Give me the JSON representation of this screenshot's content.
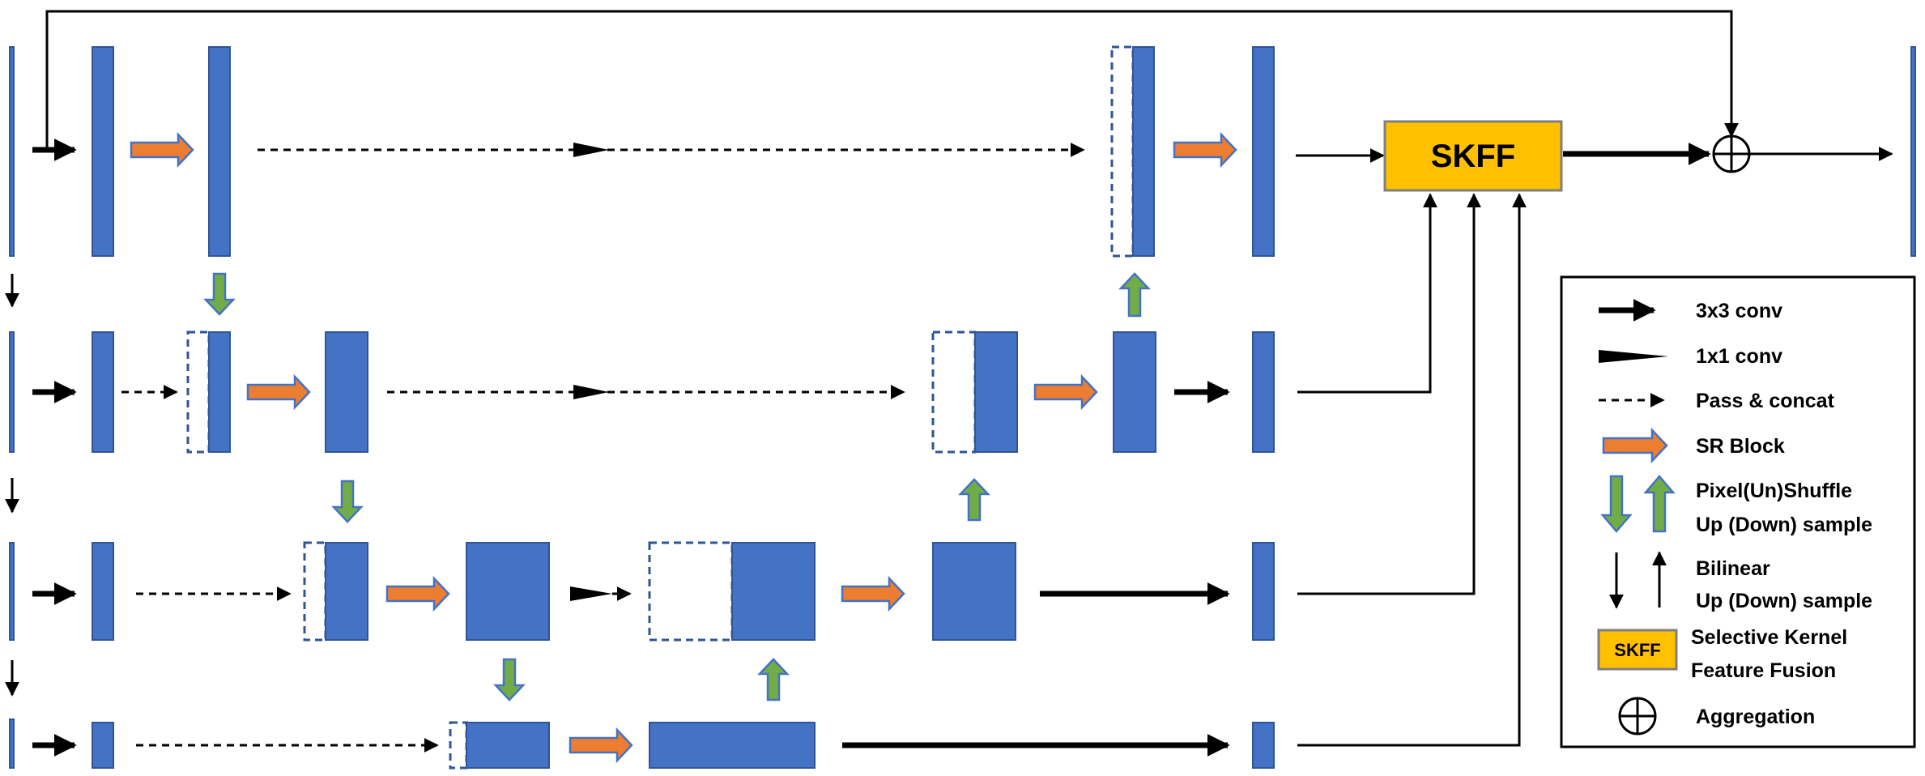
{
  "skff_label": "SKFF",
  "legend": {
    "conv3x3": "3x3 conv",
    "conv1x1": "1x1 conv",
    "pass_concat": "Pass & concat",
    "sr_block": "SR Block",
    "pixel_shuffle_1": "Pixel(Un)Shuffle",
    "pixel_shuffle_2": "Up (Down) sample",
    "bilinear_1": "Bilinear",
    "bilinear_2": "Up (Down) sample",
    "skff_icon": "SKFF",
    "skff_1": "Selective Kernel",
    "skff_2": "Feature Fusion",
    "aggregation": "Aggregation"
  },
  "colors": {
    "block": "#4472C4",
    "sr_block": "#ED7D31",
    "pixel_shuffle": "#70AD47",
    "skff": "#FFC000"
  }
}
